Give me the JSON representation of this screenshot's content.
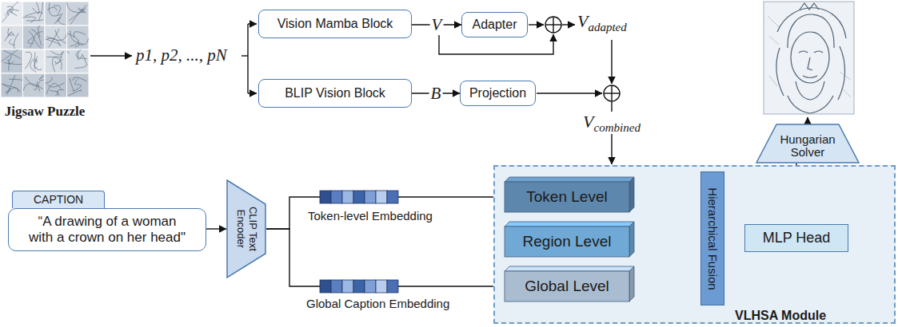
{
  "diagram": {
    "nodes": [
      {
        "text": [
          "Vision Mamba Block"
        ]
      },
      {
        "text": [
          "Adapter"
        ]
      },
      {
        "text": [
          "BLIP Vision Block"
        ]
      },
      {
        "text": [
          "Projection"
        ]
      },
      {
        "text": [
          "CAPTION",
          "“A drawing of a woman with a crown on her head\""
        ]
      },
      {
        "text": [
          "CLIP Text Encoder"
        ]
      },
      {
        "text": [
          "VLHSA Module"
        ]
      },
      {
        "text": [
          "Token Level"
        ],
        "in": 6
      },
      {
        "text": [
          "Region Level"
        ],
        "in": 6
      },
      {
        "text": [
          "Global Level"
        ],
        "in": 6
      },
      {
        "text": [
          "Hierarchical Fusion"
        ],
        "in": 6
      },
      {
        "text": [
          "MLP Head"
        ],
        "in": 6
      },
      {
        "text": [
          "Hungarian Solver"
        ]
      }
    ],
    "edges": [
      {
        "from": 0,
        "to": 1,
        "arrow": "to",
        "label": "V"
      },
      {
        "from": 2,
        "to": 3,
        "arrow": "to",
        "label": "B"
      },
      {
        "from": 4,
        "to": 5,
        "arrow": "to"
      },
      {
        "from": 5,
        "to": 7,
        "arrow": "to"
      },
      {
        "from": 5,
        "to": 9,
        "arrow": "to"
      },
      {
        "from": 7,
        "to": 10,
        "arrow": "to"
      },
      {
        "from": 8,
        "to": 10,
        "arrow": "to"
      },
      {
        "from": 9,
        "to": 10,
        "arrow": "to"
      },
      {
        "from": 10,
        "to": 11,
        "arrow": "to"
      },
      {
        "from": 11,
        "to": 12,
        "arrow": "none"
      }
    ],
    "labels": [
      "Jigsaw Puzzle",
      "p1, p2, ..., pN",
      "Vadapted",
      "Vcombined",
      "Token-level Embedding",
      "Global Caption Embedding"
    ]
  }
}
